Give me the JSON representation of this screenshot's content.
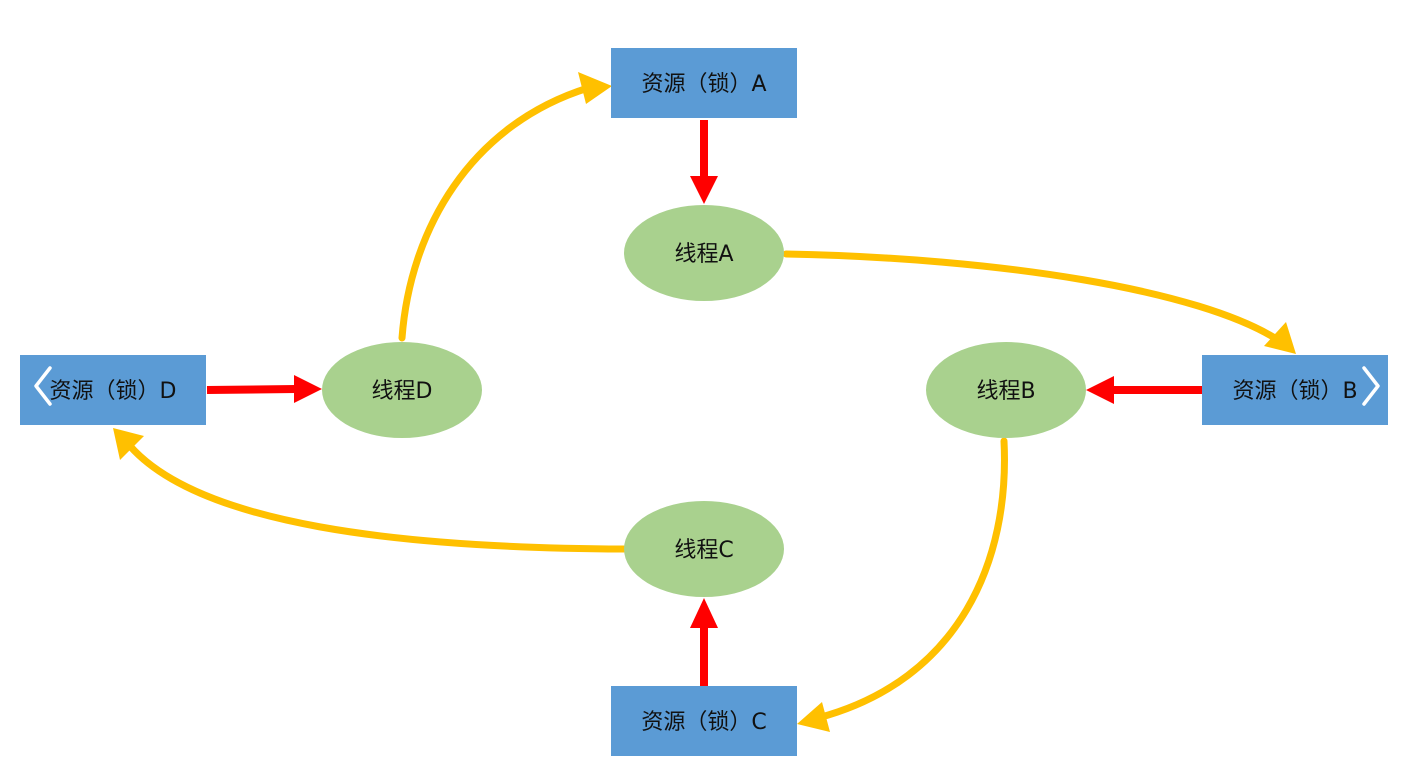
{
  "colors": {
    "resource_fill": "#5b9bd5",
    "thread_fill": "#a9d18e",
    "hold_arrow": "#ff0000",
    "request_arrow": "#ffc000",
    "nav_arrow": "#ffffff"
  },
  "resources": {
    "a": "资源（锁）A",
    "b": "资源（锁）B",
    "c": "资源（锁）C",
    "d": "资源（锁）D"
  },
  "threads": {
    "a": "线程A",
    "b": "线程B",
    "c": "线程C",
    "d": "线程D"
  },
  "nav": {
    "prev_icon": "chevron-left-icon",
    "next_icon": "chevron-right-icon"
  }
}
